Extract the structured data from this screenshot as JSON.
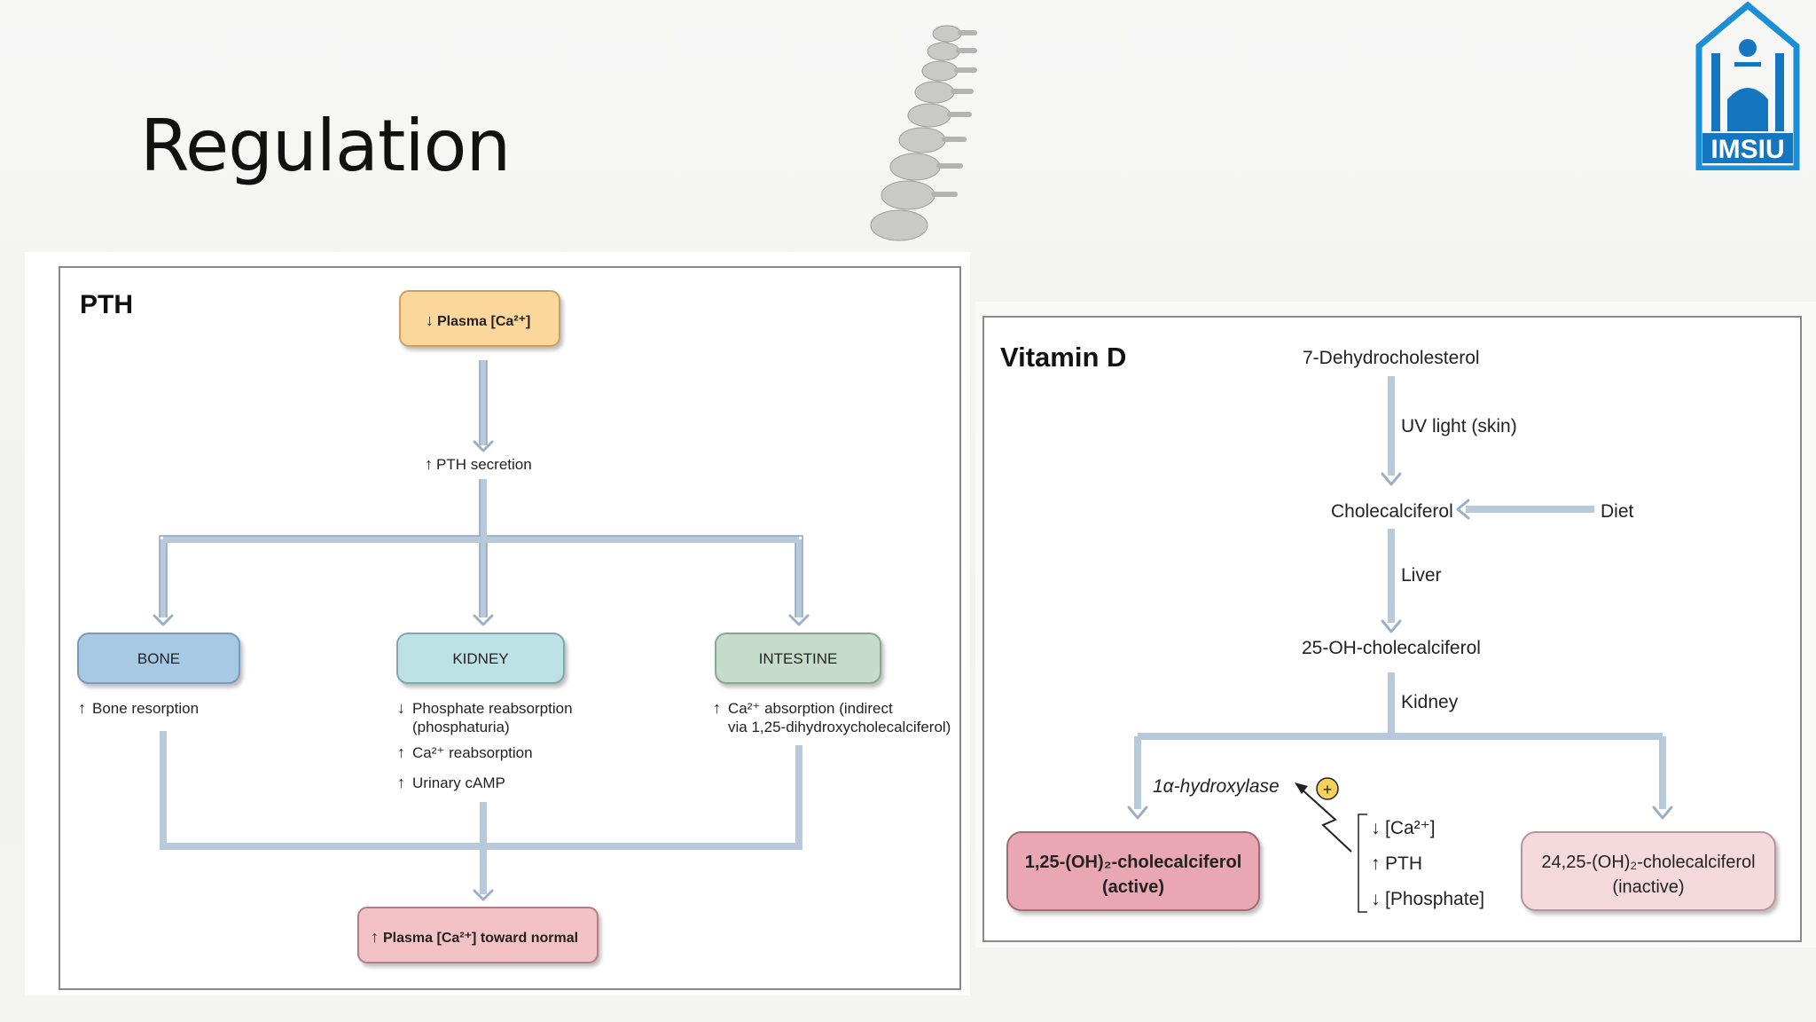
{
  "slide": {
    "title": "Regulation"
  },
  "logo": {
    "text": "IMSIU"
  },
  "pth": {
    "heading": "PTH",
    "top_box": "Plasma [Ca²⁺]",
    "secretion": "PTH secretion",
    "organs": {
      "bone": "BONE",
      "kidney": "KIDNEY",
      "intestine": "INTESTINE"
    },
    "bone_effect": "Bone resorption",
    "kidney_effects": {
      "phosphate_line1": "Phosphate reabsorption",
      "phosphate_line2": "(phosphaturia)",
      "ca": "Ca²⁺ reabsorption",
      "camp": "Urinary cAMP"
    },
    "intestine_effect": {
      "line1": "Ca²⁺ absorption (indirect",
      "line2": "via 1,25-dihydroxycholecalciferol)"
    },
    "bottom_box": "Plasma [Ca²⁺] toward normal"
  },
  "vitd": {
    "heading": "Vitamin D",
    "precursor": "7-Dehydrocholesterol",
    "uv": "UV light (skin)",
    "cholecalciferol": "Cholecalciferol",
    "diet": "Diet",
    "liver": "Liver",
    "oh25": "25-OH-cholecalciferol",
    "kidney": "Kidney",
    "hydroxylase": "1α-hydroxylase",
    "plus": "+",
    "active_line1": "1,25-(OH)₂-cholecalciferol",
    "active_line2": "(active)",
    "inactive_line1": "24,25-(OH)₂-cholecalciferol",
    "inactive_line2": "(inactive)",
    "stim_ca": "[Ca²⁺]",
    "stim_pth": "PTH",
    "stim_phosphate": "[Phosphate]"
  }
}
